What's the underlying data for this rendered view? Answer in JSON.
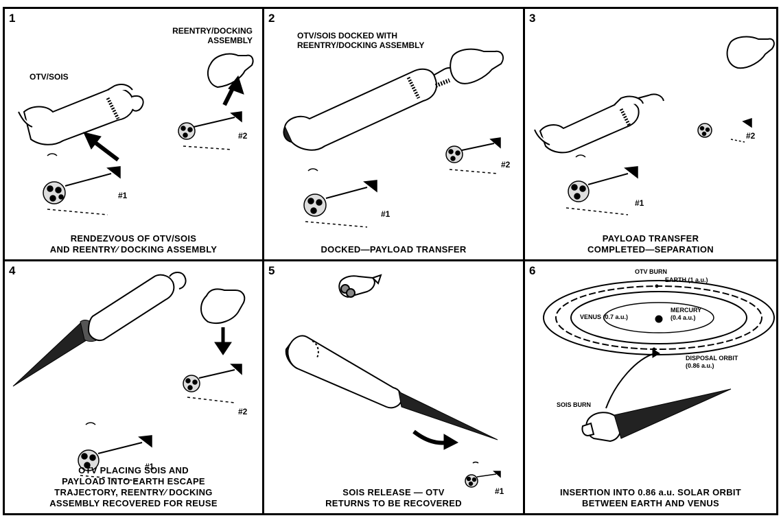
{
  "panels": [
    {
      "number": "1",
      "caption": "RENDEZVOUS OF OTV/SOIS\nAND REENTRY⁄ DOCKING ASSEMBLY",
      "labels": {
        "otv_sois": "OTV/SOIS",
        "reentry_docking": "REENTRY/DOCKING\nASSEMBLY",
        "payload_1": "#1",
        "payload_2": "#2"
      }
    },
    {
      "number": "2",
      "caption": "DOCKED—PAYLOAD TRANSFER",
      "labels": {
        "docked_title": "OTV/SOIS DOCKED WITH\nREENTRY/DOCKING ASSEMBLY",
        "payload_1": "#1",
        "payload_2": "#2"
      }
    },
    {
      "number": "3",
      "caption": "PAYLOAD TRANSFER\nCOMPLETED—SEPARATION",
      "labels": {
        "payload_1": "#1",
        "payload_2": "#2"
      }
    },
    {
      "number": "4",
      "caption": "OTV PLACING SOIS AND\nPAYLOAD INTO EARTH ESCAPE\nTRAJECTORY, REENTRY⁄ DOCKING\nASSEMBLY RECOVERED FOR REUSE",
      "labels": {
        "payload_1": "#1",
        "payload_2": "#2"
      }
    },
    {
      "number": "5",
      "caption": "SOIS RELEASE — OTV\nRETURNS TO BE RECOVERED",
      "labels": {
        "payload_1": "#1"
      }
    },
    {
      "number": "6",
      "caption": "INSERTION INTO 0.86 a.u. SOLAR ORBIT\nBETWEEN EARTH AND VENUS",
      "labels": {
        "otv_burn": "OTV BURN",
        "earth": "EARTH (1 a.u.)",
        "venus": "VENUS (0.7 a.u.)",
        "mercury": "MERCURY\n(0.4 a.u.)",
        "disposal_orbit": "DISPOSAL ORBIT\n(0.86 a.u.)",
        "sois_burn": "SOIS BURN"
      }
    }
  ]
}
